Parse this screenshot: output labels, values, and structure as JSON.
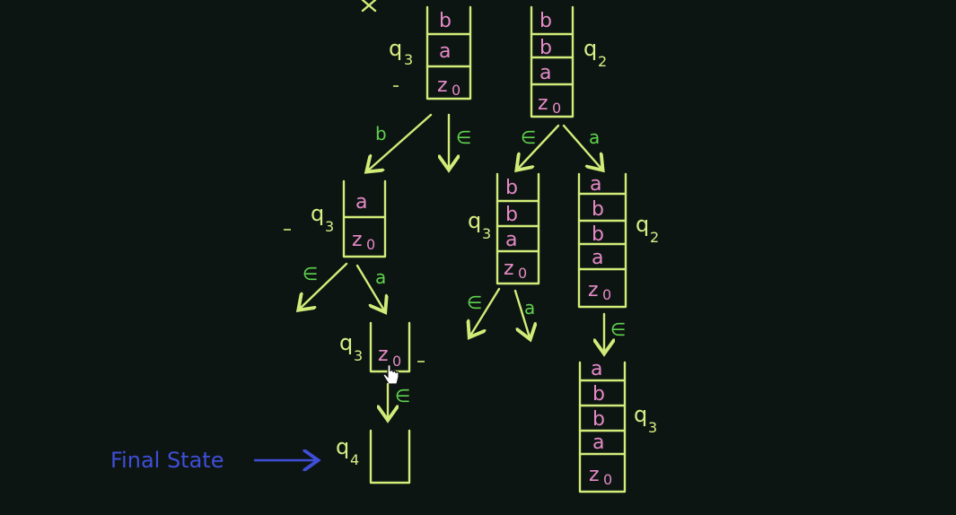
{
  "diagram": {
    "final_state_label": "Final State",
    "symbols": {
      "a": "a",
      "b": "b",
      "z": "z",
      "z_sub": "0",
      "q": "q",
      "epsilon": "∈"
    },
    "states": {
      "q2": "2",
      "q3": "3",
      "q4": "4"
    },
    "stacks": [
      {
        "state": "q3",
        "contents": [
          "b",
          "a",
          "z0"
        ]
      },
      {
        "state": "q2",
        "contents": [
          "b",
          "b",
          "a",
          "z0"
        ]
      },
      {
        "state": "q3",
        "contents": [
          "a",
          "z0"
        ]
      },
      {
        "state": "q3",
        "contents": [
          "b",
          "b",
          "a",
          "z0"
        ]
      },
      {
        "state": "q2",
        "contents": [
          "a",
          "b",
          "b",
          "a",
          "z0"
        ]
      },
      {
        "state": "q3",
        "contents": [
          "z0"
        ]
      },
      {
        "state": "q3",
        "contents": [
          "a",
          "b",
          "b",
          "a",
          "z0"
        ]
      },
      {
        "state": "q4",
        "contents": []
      }
    ],
    "transition_labels": [
      "b",
      "∈",
      "∈",
      "a",
      "∈",
      "a",
      "∈",
      "a",
      "∈",
      "∈"
    ],
    "colors": {
      "background": "#0d1512",
      "lines": "#d2ec79",
      "stack_symbols": "#e48ac6",
      "transitions": "#5fd24e",
      "final_state": "#3f4ed8"
    },
    "icons": [
      "hand-cursor-icon"
    ]
  }
}
